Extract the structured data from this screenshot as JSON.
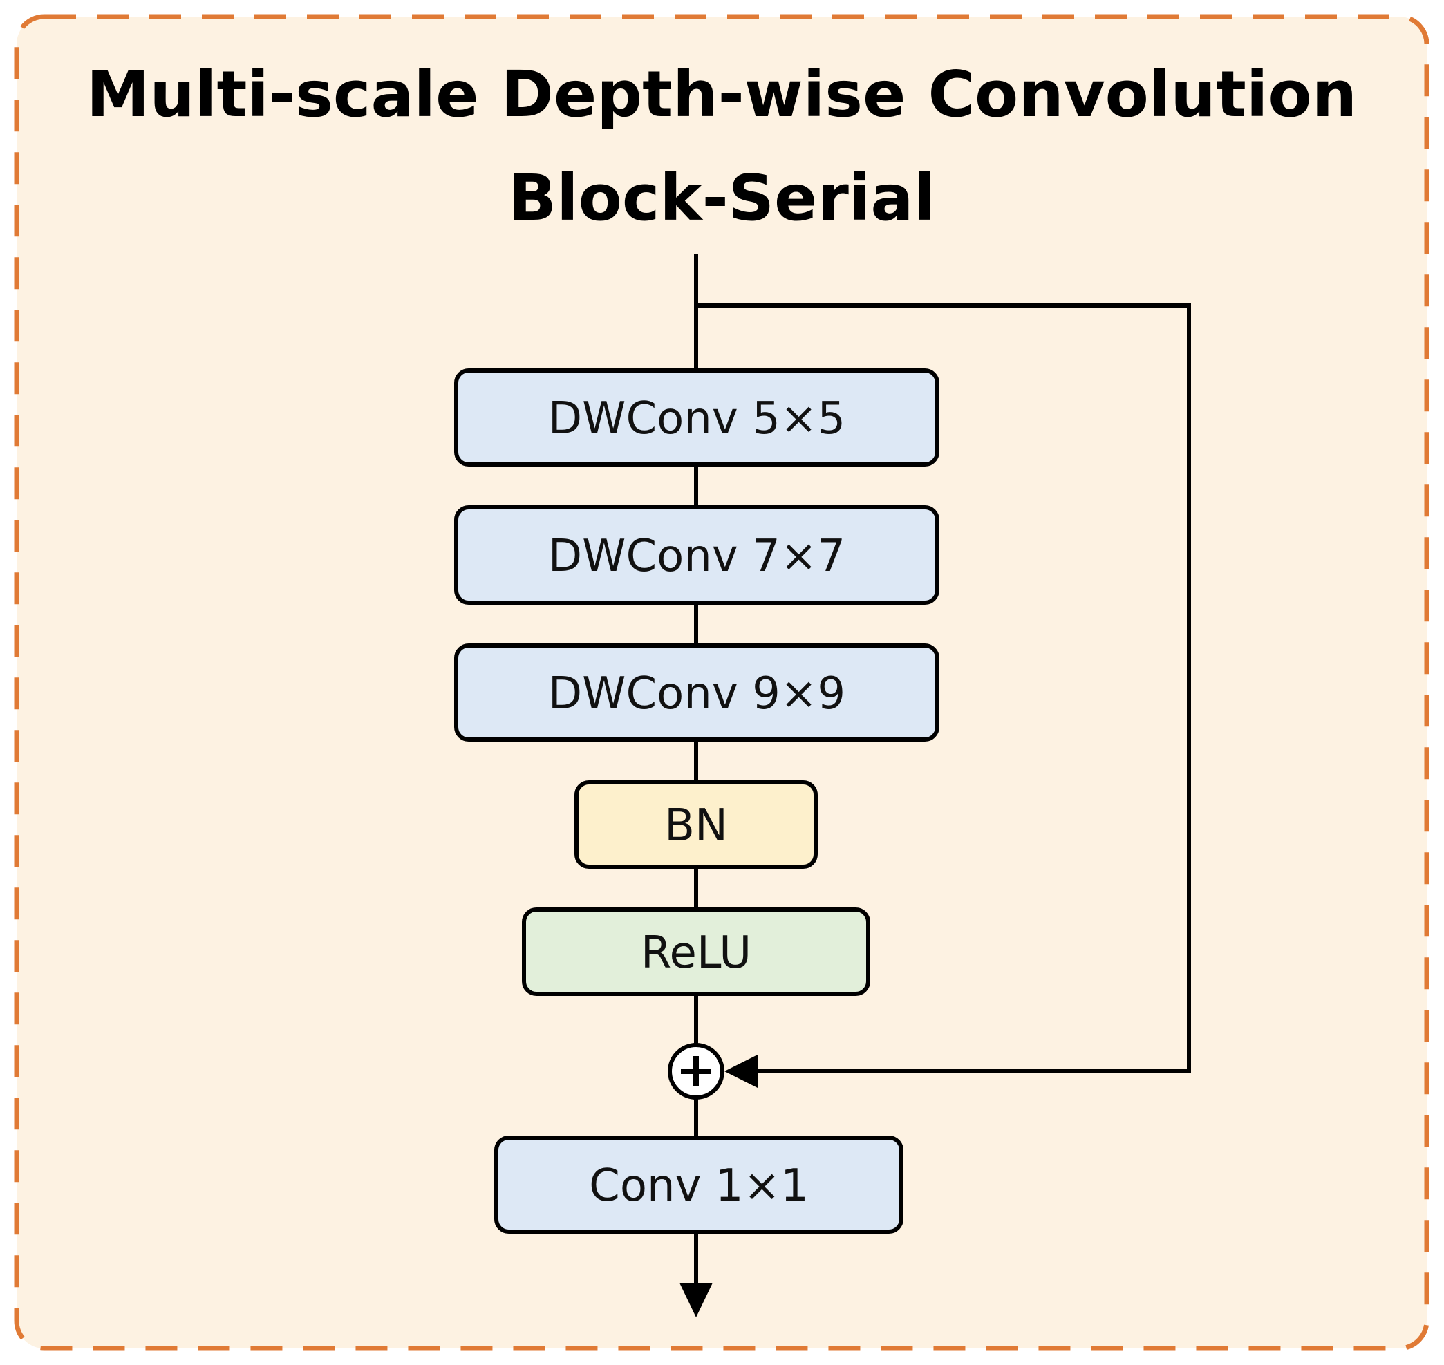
{
  "title": {
    "line1": "Multi-scale Depth-wise Convolution",
    "line2": "Block-Serial"
  },
  "blocks": [
    {
      "id": "dwconv-5x5",
      "label": "DWConv 5×5"
    },
    {
      "id": "dwconv-7x7",
      "label": "DWConv 7×7"
    },
    {
      "id": "dwconv-9x9",
      "label": "DWConv 9×9"
    },
    {
      "id": "bn",
      "label": "BN"
    },
    {
      "id": "relu",
      "label": "ReLU"
    },
    {
      "id": "conv-1x1",
      "label": "Conv 1×1"
    }
  ],
  "colors": {
    "frame_border": "#E07A35",
    "frame_fill": "#FDF2E2",
    "conv_fill": "#DDE8F5",
    "bn_fill": "#FDF0CC",
    "relu_fill": "#E2EFDA",
    "stroke": "#000000"
  }
}
